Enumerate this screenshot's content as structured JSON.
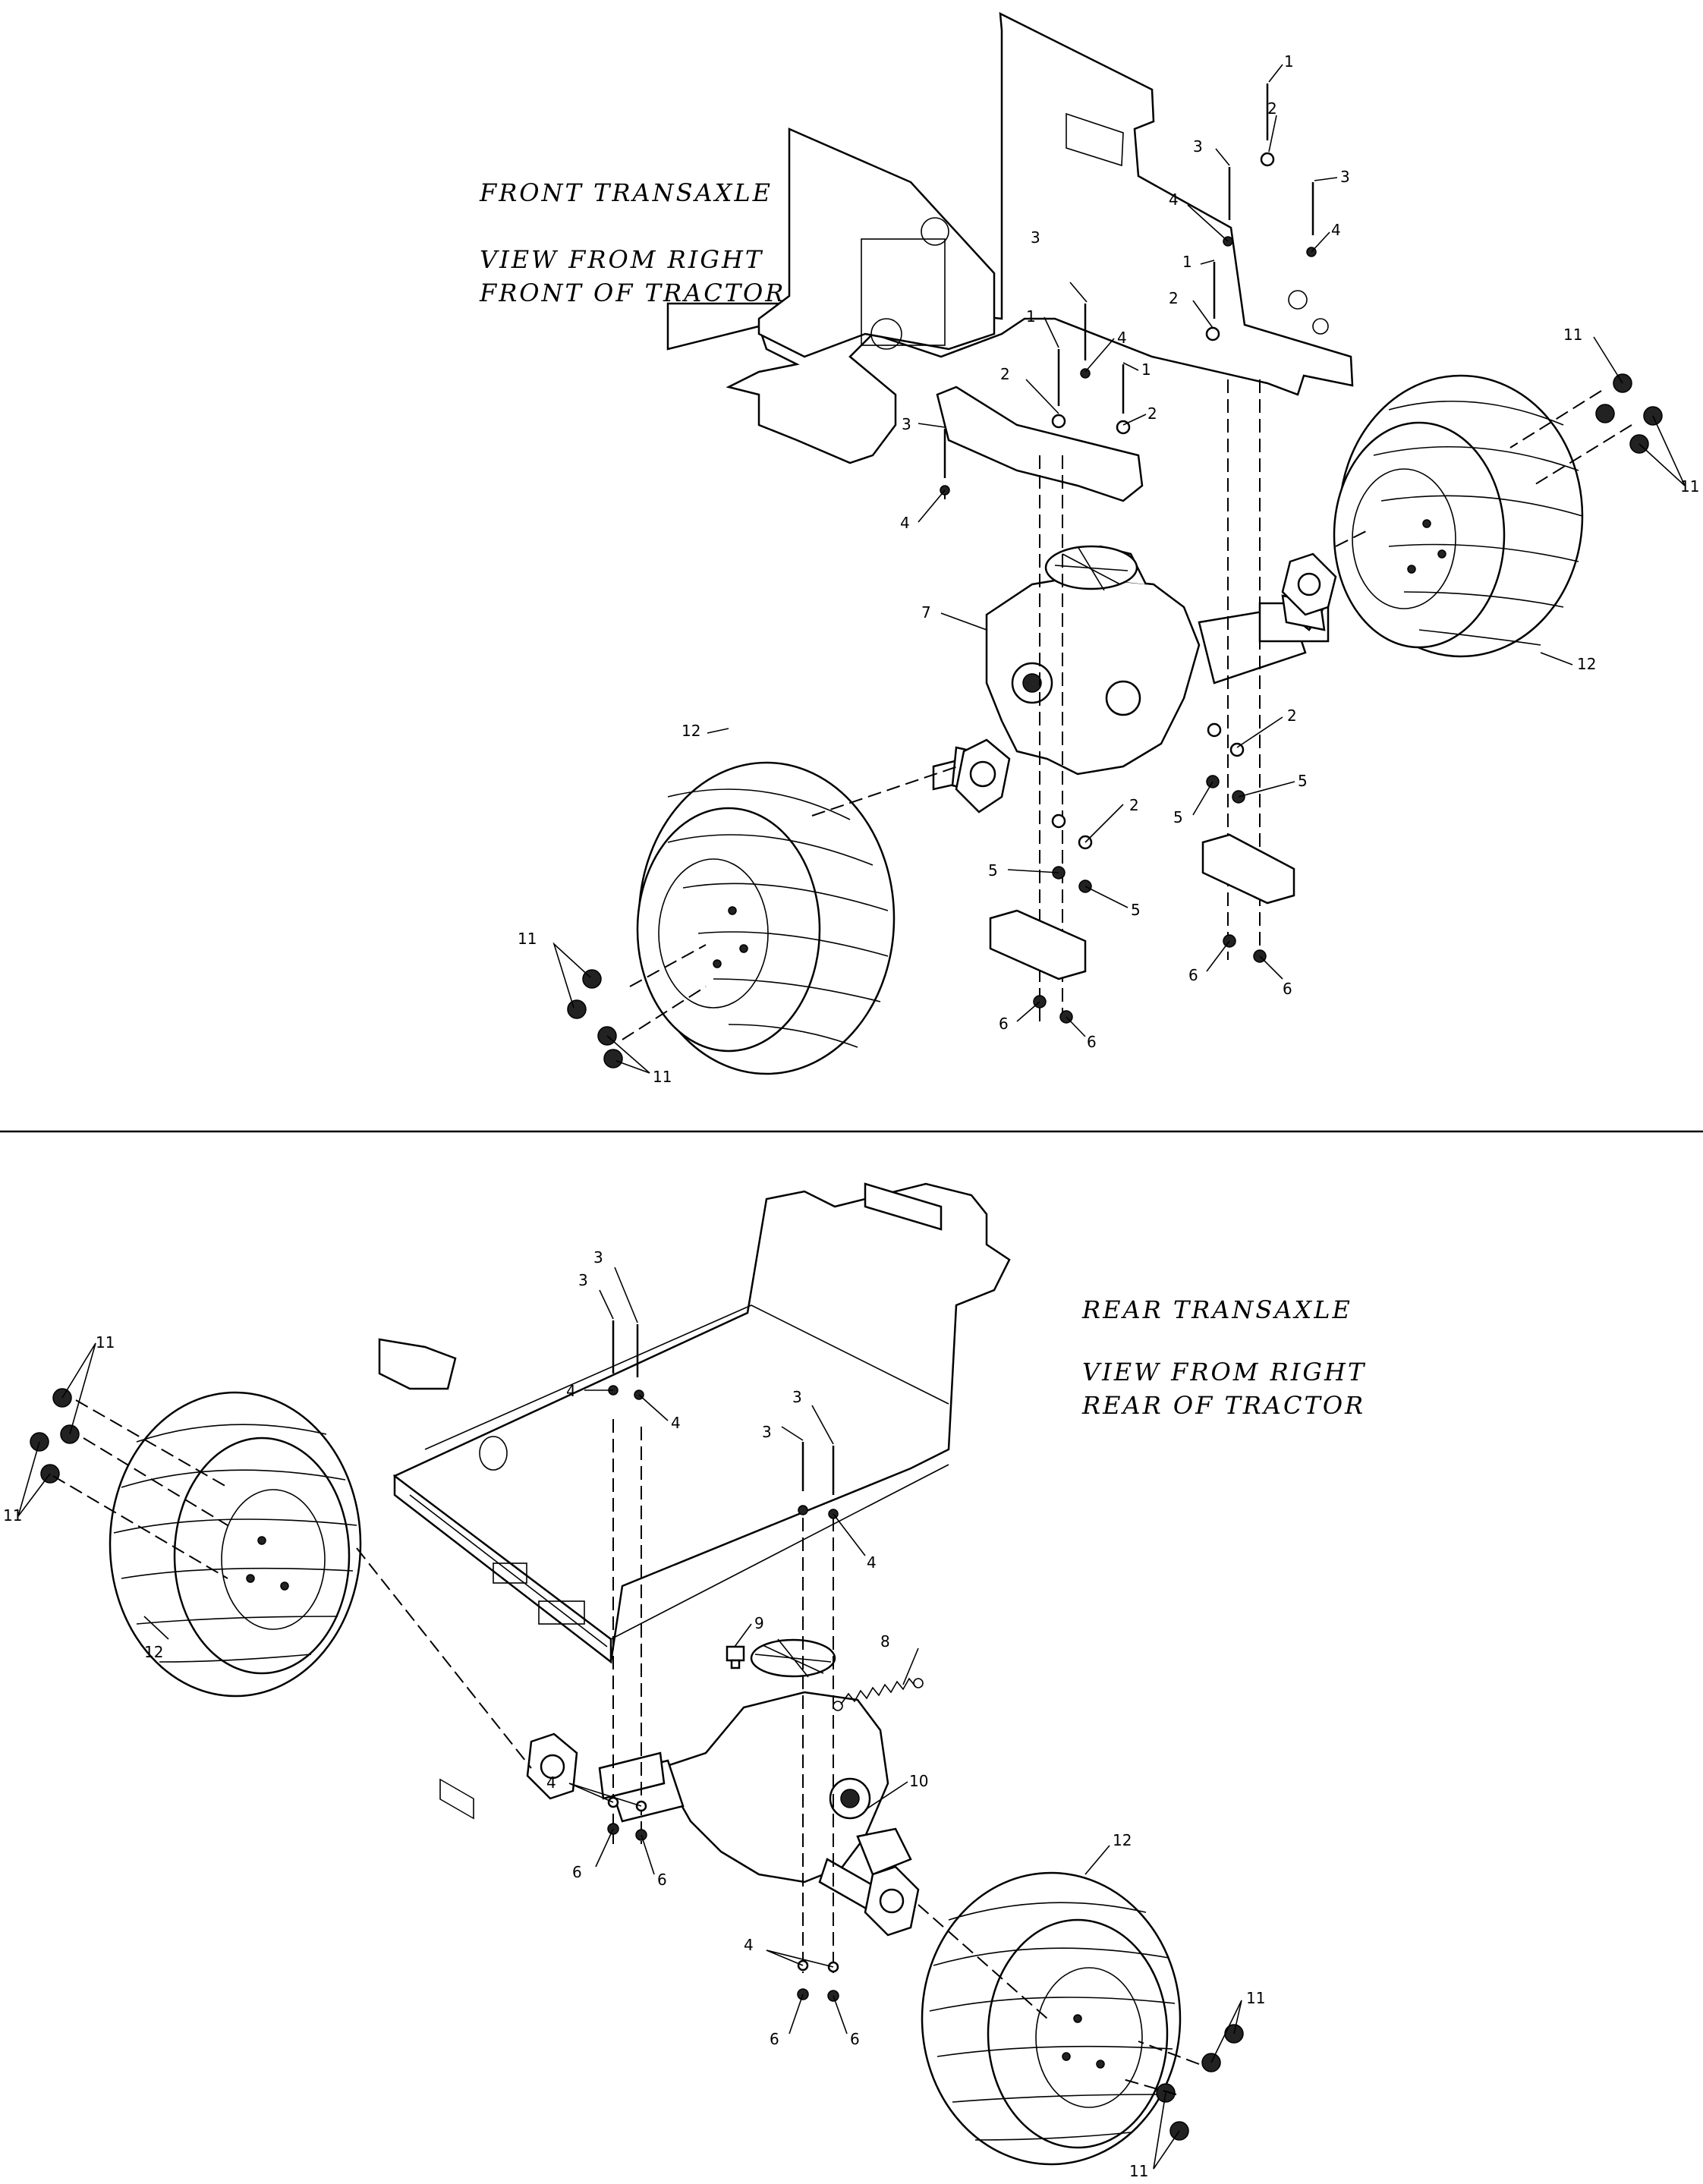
{
  "front_view": {
    "title": "FRONT TRANSAXLE",
    "view_line1": "VIEW FROM RIGHT",
    "view_line2": "FRONT OF TRACTOR"
  },
  "rear_view": {
    "title": "REAR TRANSAXLE",
    "view_line1": "VIEW FROM RIGHT",
    "view_line2": "REAR OF TRACTOR"
  },
  "callouts": {
    "bolt": "1",
    "washer": "2",
    "bolt_short": "3",
    "lock_washer": "4",
    "nut": "5",
    "flange_nut": "6",
    "transaxle": "7",
    "spring": "8",
    "plug": "9",
    "arm": "10",
    "lug_nut": "11",
    "wheel": "12"
  }
}
